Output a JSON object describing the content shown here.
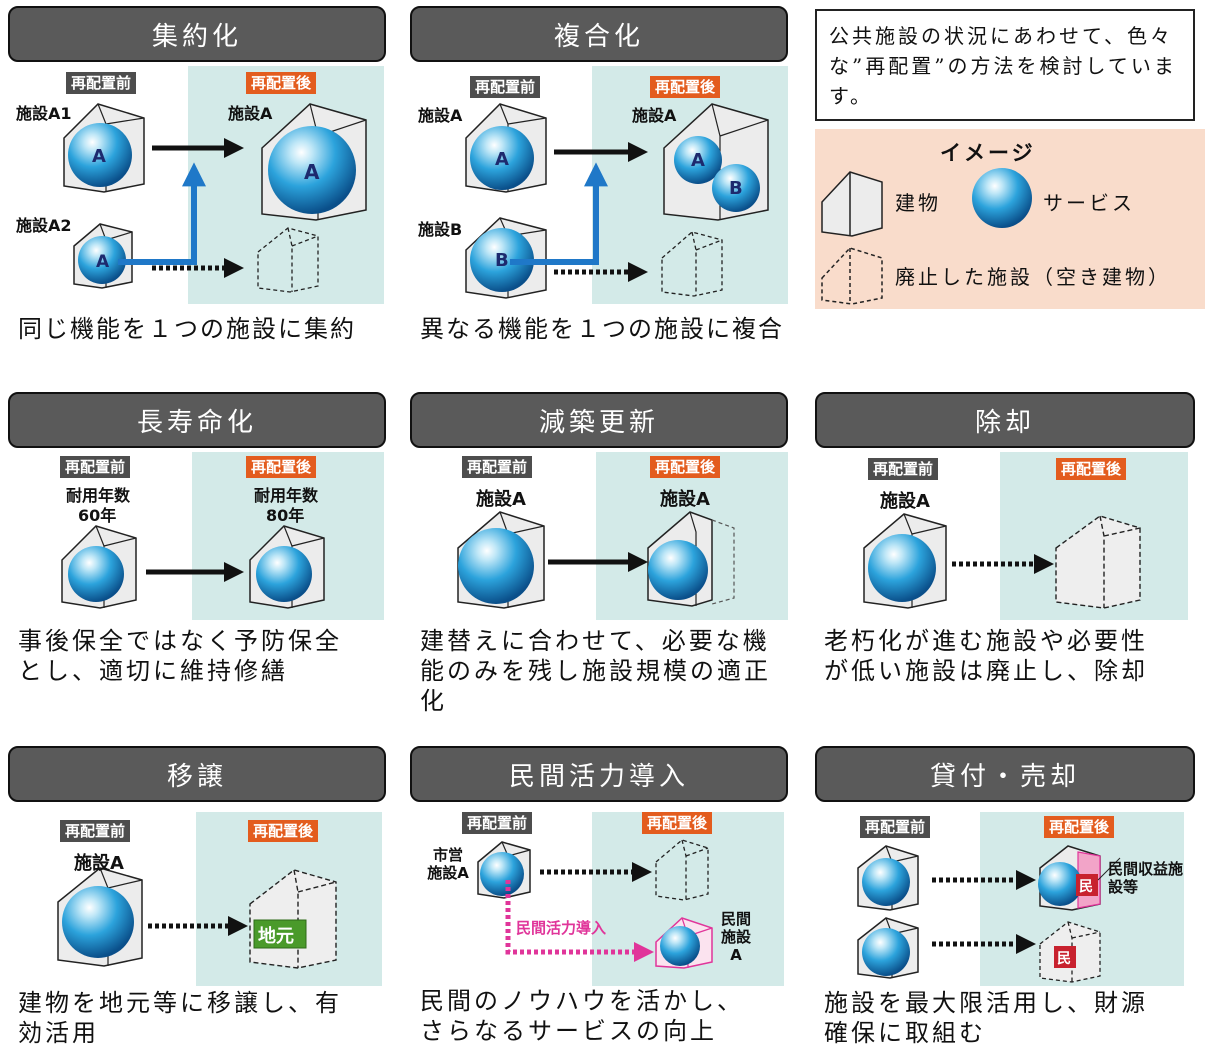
{
  "common": {
    "before_tag": "再配置前",
    "after_tag": "再配置後"
  },
  "notice": {
    "text": "公共施設の状況にあわせて、色々な”再配置”の方法を検討しています。"
  },
  "legend": {
    "title": "イメージ",
    "building": "建物",
    "service": "サービス",
    "abandoned": "廃止した施設（空き建物）"
  },
  "panels": {
    "shuyaku": {
      "title": "集約化",
      "facility_a1": "施設A1",
      "facility_a2": "施設A2",
      "facility_a": "施設A",
      "letter": "A",
      "caption": "同じ機能を１つの施設に集約"
    },
    "fukugo": {
      "title": "複合化",
      "facility_a": "施設A",
      "facility_b": "施設B",
      "letter_a": "A",
      "letter_b": "B",
      "caption": "異なる機能を１つの施設に複合"
    },
    "chojumyo": {
      "title": "長寿命化",
      "life_label": "耐用年数",
      "before_years": "60年",
      "after_years": "80年",
      "caption": "事後保全ではなく予防保全とし、適切に維持修繕"
    },
    "gensou": {
      "title": "減築更新",
      "facility_a": "施設A",
      "caption": "建替えに合わせて、必要な機能のみを残し施設規模の適正化"
    },
    "jokyaku": {
      "title": "除却",
      "facility_a": "施設A",
      "caption": "老朽化が進む施設や必要性が低い施設は廃止し、除却"
    },
    "ijo": {
      "title": "移譲",
      "facility_a": "施設A",
      "local_badge": "地元",
      "caption": "建物を地元等に移譲し、有効活用"
    },
    "minkan": {
      "title": "民間活力導入",
      "municipal": "市営施設A",
      "private_facility": "民間施設A",
      "arrow_label": "民間活力導入",
      "caption": "民間のノウハウを活かし、さらなるサービスの向上"
    },
    "kashitsuke": {
      "title": "貸付・売却",
      "private_mark": "民",
      "revenue_facility": "民間収益施設等",
      "caption": "施設を最大限活用し、財源確保に取組む"
    }
  },
  "colors": {
    "header": "#5a5a5a",
    "after_bg": "#d3eae8",
    "before_tag": "#4d4d4d",
    "after_tag": "#e35c1e",
    "arrow_blue": "#1f78c8",
    "arrow_magenta": "#e0359a",
    "legend_bg": "#f9dccb",
    "local_green": "#4a9a2a",
    "private_red": "#c8212e"
  }
}
